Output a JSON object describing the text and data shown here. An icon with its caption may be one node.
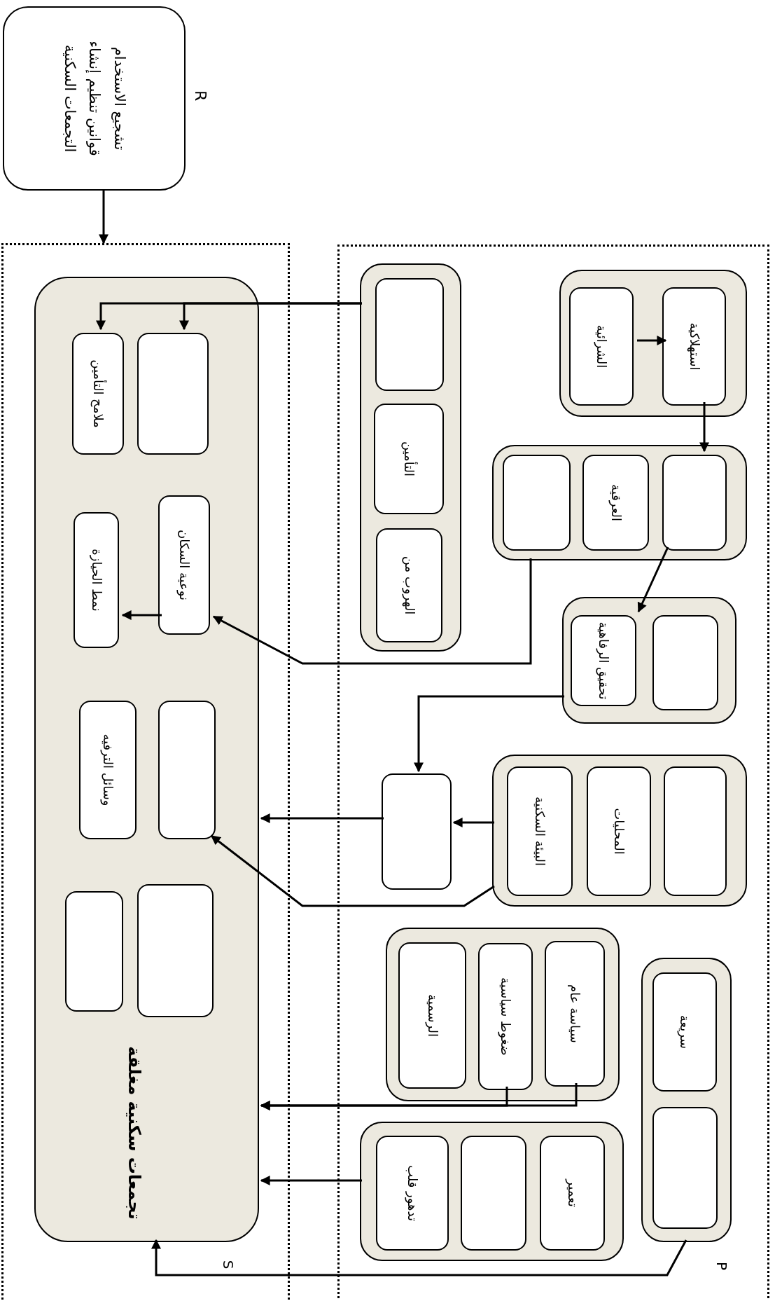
{
  "diagram": {
    "nodes": [
      {
        "text": [
          "تشجيع الاستخدام قوانين تنظيم إنشاء التجمعات السكنية"
        ],
        "beside": [
          "R"
        ]
      },
      {
        "text": [
          "S"
        ]
      },
      {
        "text": [
          "تجمعات سكنية مغلقة"
        ],
        "in": 1
      },
      {
        "text": [],
        "shape": "box",
        "in": 2
      },
      {
        "text": [
          "ملامح التأمين"
        ],
        "in": 2
      },
      {
        "text": [
          "نوعية السكان"
        ],
        "in": 2
      },
      {
        "text": [
          "نمط الحيازة"
        ],
        "in": 2
      },
      {
        "text": [],
        "shape": "box",
        "in": 2
      },
      {
        "text": [
          "وسائل الترفيه"
        ],
        "in": 2
      },
      {
        "text": [],
        "shape": "box",
        "in": 2
      },
      {
        "text": [],
        "shape": "box",
        "in": 2
      },
      {
        "text": [
          "P"
        ]
      },
      {
        "text": [],
        "shape": "box",
        "in": 11
      },
      {
        "text": [
          "الشرائية"
        ],
        "in": 12
      },
      {
        "text": [
          "استهلاكية"
        ],
        "in": 12
      },
      {
        "text": [],
        "shape": "box",
        "in": 11
      },
      {
        "text": [],
        "shape": "box",
        "in": 15
      },
      {
        "text": [
          "العرقية"
        ],
        "in": 15
      },
      {
        "text": [],
        "shape": "box",
        "in": 15
      },
      {
        "text": [],
        "shape": "box",
        "in": 11
      },
      {
        "text": [
          "تحقيق الرفاهية"
        ],
        "in": 19
      },
      {
        "text": [],
        "shape": "box",
        "in": 19
      },
      {
        "text": [],
        "shape": "box",
        "in": 11
      },
      {
        "text": [
          "البيئة السكنية"
        ],
        "in": 22
      },
      {
        "text": [
          "المحليات"
        ],
        "in": 22
      },
      {
        "text": [],
        "shape": "box",
        "in": 22
      },
      {
        "text": [],
        "shape": "box",
        "in": 11
      },
      {
        "text": [],
        "shape": "box",
        "in": 11
      },
      {
        "text": [],
        "shape": "box",
        "in": 27
      },
      {
        "text": [
          "التأمين"
        ],
        "in": 27
      },
      {
        "text": [
          "الهروب من"
        ],
        "in": 27
      },
      {
        "text": [],
        "shape": "box",
        "in": 11
      },
      {
        "text": [
          "الرسمية"
        ],
        "in": 31
      },
      {
        "text": [
          "ضغوط سياسية"
        ],
        "in": 31
      },
      {
        "text": [
          "سياسة عام"
        ],
        "in": 31
      },
      {
        "text": [],
        "shape": "box",
        "in": 11
      },
      {
        "text": [
          "تدهور قلب"
        ],
        "in": 35
      },
      {
        "text": [],
        "shape": "box",
        "in": 35
      },
      {
        "text": [
          "تعمير"
        ],
        "in": 35
      },
      {
        "text": [],
        "shape": "box",
        "in": 11
      },
      {
        "text": [
          "سريعة"
        ],
        "in": 39
      },
      {
        "text": [],
        "shape": "box",
        "in": 39
      }
    ],
    "edges": [
      {
        "from": 0,
        "to": 1,
        "arrow": "to"
      },
      {
        "from": 13,
        "to": 14,
        "arrow": "to"
      },
      {
        "from": 14,
        "to": 18,
        "arrow": "to"
      },
      {
        "from": 18,
        "to": 20,
        "arrow": "to"
      },
      {
        "from": 19,
        "to": 26,
        "arrow": "to"
      },
      {
        "from": 22,
        "to": 26,
        "arrow": "to"
      },
      {
        "from": 26,
        "to": 2,
        "arrow": "to"
      },
      {
        "from": 22,
        "to": 7,
        "arrow": "to"
      },
      {
        "from": 15,
        "to": 5,
        "arrow": "to"
      },
      {
        "from": 5,
        "to": 6,
        "arrow": "to"
      },
      {
        "from": 27,
        "to": 4,
        "arrow": "to"
      },
      {
        "from": 27,
        "to": 3,
        "arrow": "to"
      },
      {
        "from": 33,
        "to": 2,
        "arrow": "to"
      },
      {
        "from": 34,
        "to": 2,
        "arrow": "to"
      },
      {
        "from": 35,
        "to": 2,
        "arrow": "to"
      },
      {
        "from": 39,
        "to": 2,
        "arrow": "to"
      }
    ]
  }
}
